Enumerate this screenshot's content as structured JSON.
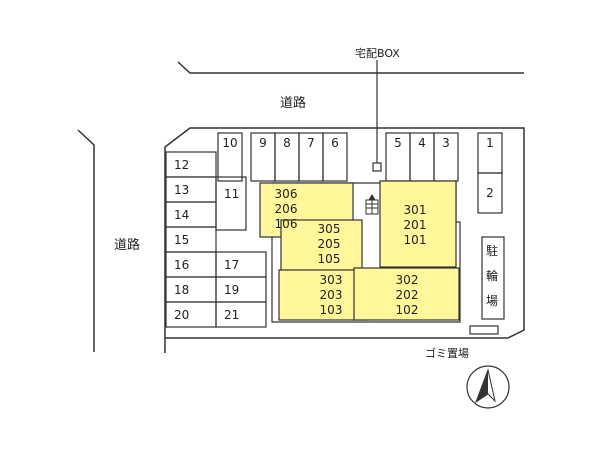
{
  "roads": {
    "top_label": "道路",
    "left_label": "道路"
  },
  "delivery_box_label": "宅配BOX",
  "garbage_label": "ゴミ置場",
  "bicycle_label": "駐輪場",
  "parking": {
    "top_row": [
      "10",
      "9",
      "8",
      "7",
      "6",
      "5",
      "4",
      "3"
    ],
    "right_col": [
      "1",
      "2"
    ],
    "left_col": [
      "12",
      "13",
      "14",
      "15",
      "16",
      "18",
      "20"
    ],
    "inner_col": [
      "11",
      "17",
      "19",
      "21"
    ]
  },
  "units": {
    "block_306": [
      "306",
      "206",
      "106"
    ],
    "block_305": [
      "305",
      "205",
      "105"
    ],
    "block_303": [
      "303",
      "203",
      "103"
    ],
    "block_301": [
      "301",
      "201",
      "101"
    ],
    "block_302": [
      "302",
      "202",
      "102"
    ]
  },
  "colors": {
    "building_fill": "#fff799",
    "line": "#333333"
  }
}
